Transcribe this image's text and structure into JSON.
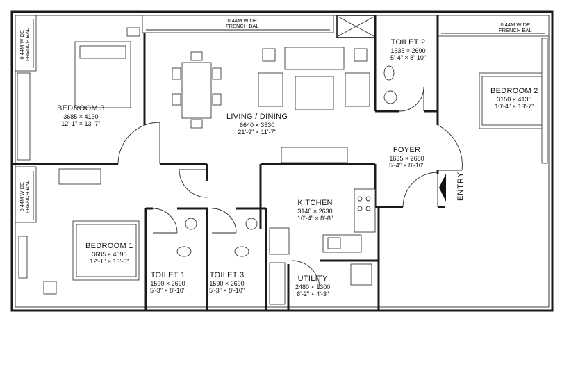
{
  "balconies": {
    "top": [
      "0.44M WIDE",
      "FRENCH BAL"
    ],
    "top_right": [
      "0.44M WIDE",
      "FRENCH BAL"
    ],
    "left_upper": [
      "0.44M WIDE",
      "FRENCH BAL"
    ],
    "left_lower": [
      "0.44M WIDE",
      "FRENCH BAL"
    ]
  },
  "rooms": {
    "bedroom3": {
      "name": "BEDROOM 3",
      "metric": "3685 × 4130",
      "imperial": "12'-1\" × 13'-7\""
    },
    "living": {
      "name": "LIVING / DINING",
      "metric": "6640 × 3530",
      "imperial": "21'-9\" × 11'-7\""
    },
    "toilet2": {
      "name": "TOILET 2",
      "metric": "1635 × 2690",
      "imperial": "5'-4\" × 8'-10\""
    },
    "bedroom2": {
      "name": "BEDROOM 2",
      "metric": "3150 × 4130",
      "imperial": "10'-4\" × 13'-7\""
    },
    "foyer": {
      "name": "FOYER",
      "metric": "1635 × 2680",
      "imperial": "5'-4\" × 8'-10\""
    },
    "kitchen": {
      "name": "KITCHEN",
      "metric": "3140 × 2630",
      "imperial": "10'-4\" × 8'-8\""
    },
    "bedroom1": {
      "name": "BEDROOM 1",
      "metric": "3685 × 4090",
      "imperial": "12'-1\" × 13'-5\""
    },
    "toilet1": {
      "name": "TOILET 1",
      "metric": "1590 × 2690",
      "imperial": "5'-3\" × 8'-10\""
    },
    "toilet3": {
      "name": "TOILET 3",
      "metric": "1590 × 2690",
      "imperial": "5'-3\" × 8'-10\""
    },
    "utility": {
      "name": "UTILITY",
      "metric": "2480 × 1300",
      "imperial": "8'-2\" × 4'-3\""
    }
  },
  "entry_label": "ENTRY"
}
